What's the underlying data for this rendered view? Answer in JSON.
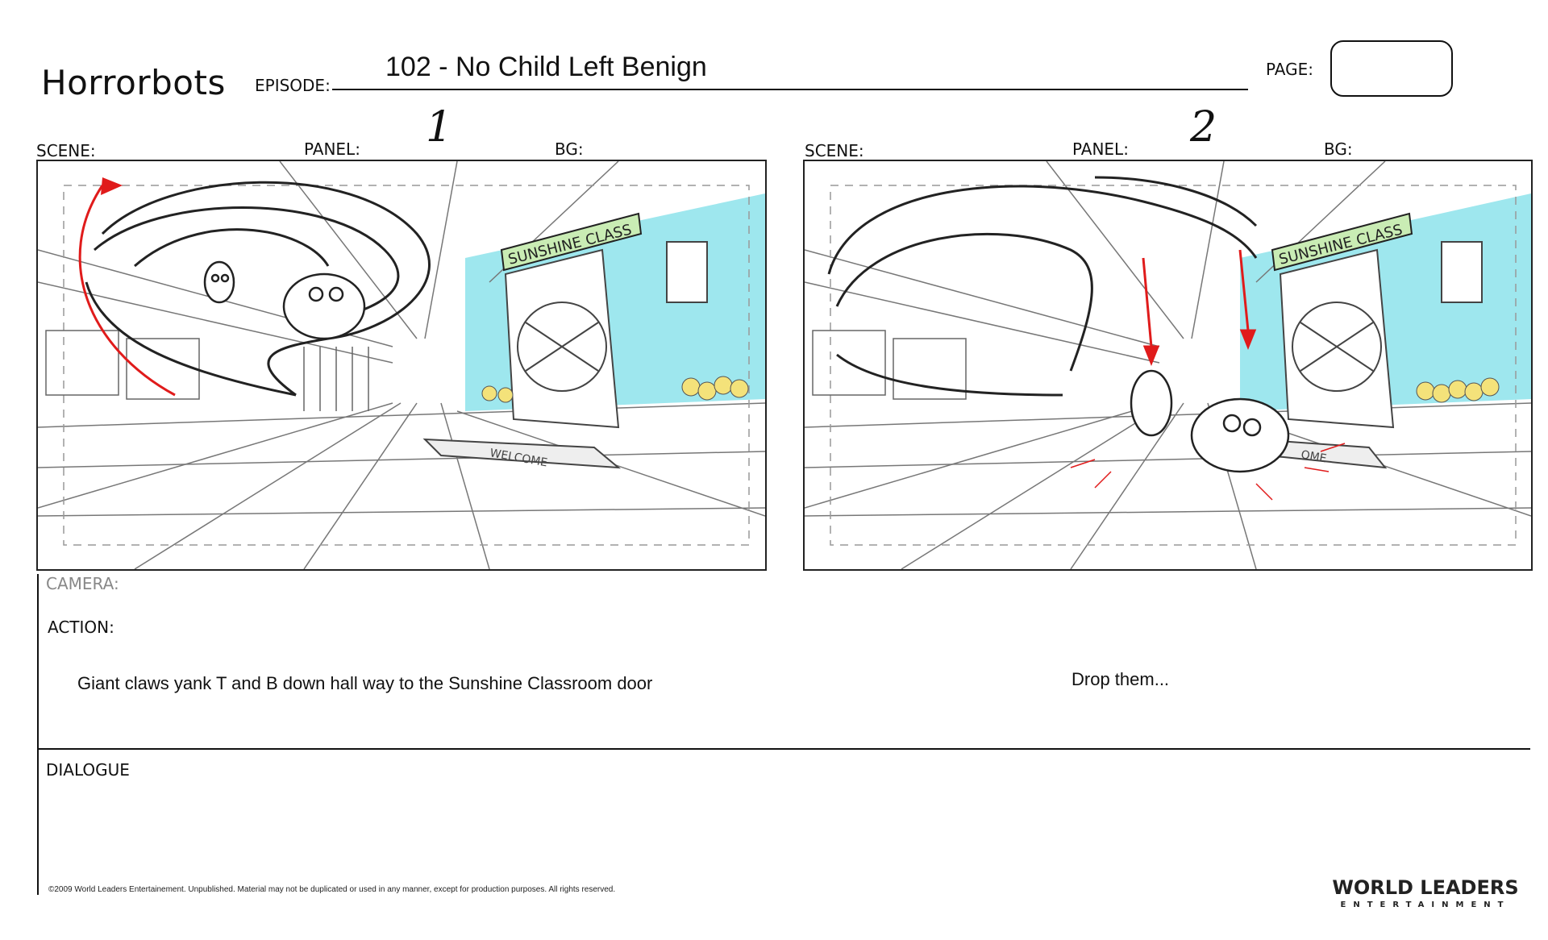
{
  "header": {
    "show_title": "Horrorbots",
    "episode_label": "EPISODE:",
    "episode_value": "102 - No Child Left Benign",
    "page_label": "PAGE:",
    "page_value": ""
  },
  "panels": [
    {
      "scene_label": "SCENE:",
      "panel_label": "PANEL:",
      "panel_number": "1",
      "bg_label": "BG:",
      "sign_text": "SUNSHINE CLASS",
      "mat_text": "WELCOME",
      "action": "Giant claws yank T and B down hall way to the Sunshine Classroom door"
    },
    {
      "scene_label": "SCENE:",
      "panel_label": "PANEL:",
      "panel_number": "2",
      "bg_label": "BG:",
      "sign_text": "SUNSHINE CLASS",
      "mat_text": "OME",
      "action": "Drop them..."
    }
  ],
  "labels": {
    "camera": "CAMERA:",
    "action": "ACTION:",
    "dialogue": "DIALOGUE"
  },
  "footer": {
    "copyright": "©2009 World Leaders Entertainement.  Unpublished. Material may not be duplicated or used in any manner, except for production purposes. All rights reserved.",
    "logo_line1": "WORLD LEADERS",
    "logo_line2": "ENTERTAINMENT"
  },
  "colors": {
    "wall": "#9ee7ee",
    "arrow": "#e01b1b",
    "sign": "#c9ecb4",
    "flower": "#f4e27a"
  }
}
